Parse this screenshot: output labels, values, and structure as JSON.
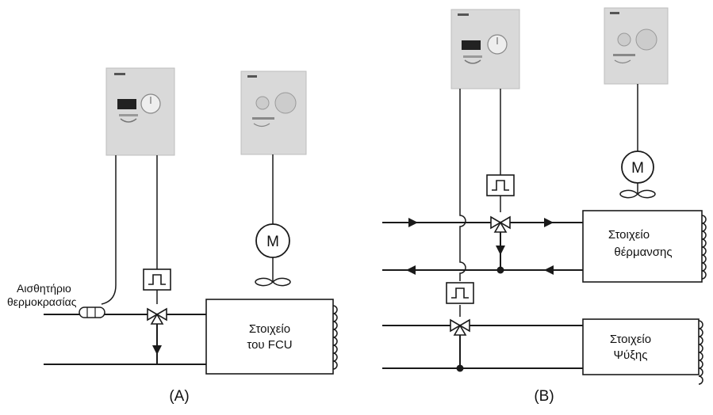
{
  "panel_a": {
    "caption": "(A)",
    "sensor_label_line1": "Αισθητήριο",
    "sensor_label_line2": "θερμοκρασίας",
    "coil_label_line1": "Στοιχείο",
    "coil_label_line2": "του FCU",
    "motor_symbol": "M"
  },
  "panel_b": {
    "caption": "(B)",
    "heating_label_line1": "Στοιχείο",
    "heating_label_line2": "θέρμανσης",
    "cooling_label_line1": "Στοιχείο",
    "cooling_label_line2": "Ψύξης",
    "motor_symbol": "M"
  }
}
